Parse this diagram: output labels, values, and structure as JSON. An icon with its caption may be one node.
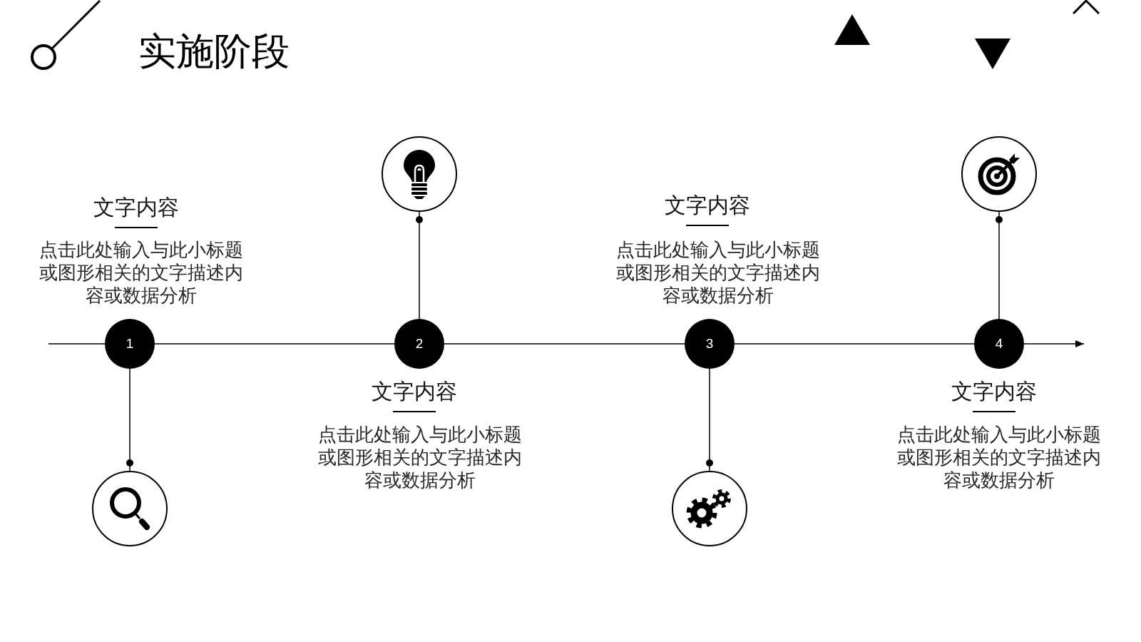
{
  "diagram": {
    "title": "实施阶段",
    "nodes": [
      {
        "text": [
          "1"
        ],
        "beside": [
          "文字内容",
          "点击此处输入与此小标题或图形相关的文字描述内容或数据分析"
        ]
      },
      {
        "text": [],
        "shape": "circle"
      },
      {
        "text": [
          "2"
        ],
        "beside": [
          "文字内容",
          "点击此处输入与此小标题或图形相关的文字描述内容或数据分析"
        ]
      },
      {
        "text": [],
        "shape": "circle"
      },
      {
        "text": [
          "3"
        ],
        "beside": [
          "文字内容",
          "点击此处输入与此小标题或图形相关的文字描述内容或数据分析"
        ]
      },
      {
        "text": [],
        "shape": "circle"
      },
      {
        "text": [
          "4"
        ],
        "beside": [
          "文字内容",
          "点击此处输入与此小标题或图形相关的文字描述内容或数据分析"
        ]
      },
      {
        "text": [],
        "shape": "circle"
      }
    ],
    "edges": [
      {
        "from": null,
        "to": 0,
        "arrow": "none"
      },
      {
        "from": 0,
        "to": 2,
        "arrow": "none"
      },
      {
        "from": 2,
        "to": 4,
        "arrow": "none"
      },
      {
        "from": 4,
        "to": 6,
        "arrow": "none"
      },
      {
        "from": 6,
        "to": null,
        "arrow": "to"
      },
      {
        "from": 0,
        "to": 1,
        "arrow": "other"
      },
      {
        "from": 2,
        "to": 3,
        "arrow": "other"
      },
      {
        "from": 4,
        "to": 5,
        "arrow": "other"
      },
      {
        "from": 6,
        "to": 7,
        "arrow": "other"
      }
    ]
  }
}
